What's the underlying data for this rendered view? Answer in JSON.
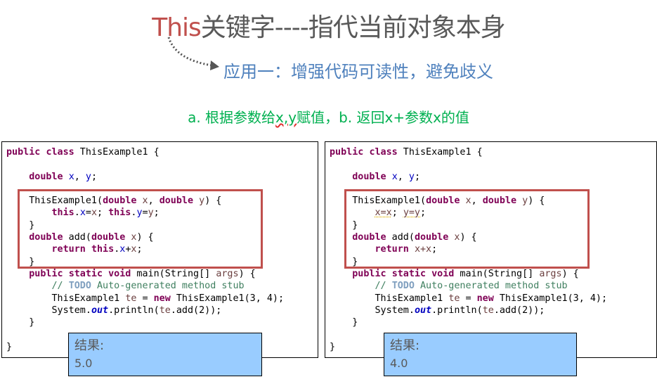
{
  "title": {
    "highlight": "This",
    "rest": "关键字----指代当前对象本身"
  },
  "subtitle": "应用一：增强代码可读性，避免歧义",
  "description": {
    "before": "a. 根据参数给",
    "squiggle": "x,y",
    "after": "赋值，b. 返回x+参数x的值"
  },
  "panels": [
    {
      "code": [
        [
          [
            "k",
            "public"
          ],
          [
            "n",
            " "
          ],
          [
            "k",
            "class"
          ],
          [
            "n",
            " ThisExample1 {"
          ]
        ],
        [],
        [
          [
            "n",
            "    "
          ],
          [
            "k",
            "double"
          ],
          [
            "n",
            " "
          ],
          [
            "f",
            "x"
          ],
          [
            "n",
            ", "
          ],
          [
            "f",
            "y"
          ],
          [
            "n",
            ";"
          ]
        ],
        [],
        [
          [
            "n",
            "    ThisExample1("
          ],
          [
            "k",
            "double"
          ],
          [
            "n",
            " "
          ],
          [
            "p",
            "x"
          ],
          [
            "n",
            ", "
          ],
          [
            "k",
            "double"
          ],
          [
            "n",
            " "
          ],
          [
            "p",
            "y"
          ],
          [
            "n",
            ") {"
          ]
        ],
        [
          [
            "n",
            "        "
          ],
          [
            "k",
            "this"
          ],
          [
            "n",
            "."
          ],
          [
            "f",
            "x"
          ],
          [
            "n",
            "="
          ],
          [
            "p",
            "x"
          ],
          [
            "n",
            "; "
          ],
          [
            "k",
            "this"
          ],
          [
            "n",
            "."
          ],
          [
            "f",
            "y"
          ],
          [
            "n",
            "="
          ],
          [
            "p",
            "y"
          ],
          [
            "n",
            ";"
          ]
        ],
        [
          [
            "n",
            "    }"
          ]
        ],
        [
          [
            "n",
            "    "
          ],
          [
            "k",
            "double"
          ],
          [
            "n",
            " add("
          ],
          [
            "k",
            "double"
          ],
          [
            "n",
            " "
          ],
          [
            "p",
            "x"
          ],
          [
            "n",
            ") {"
          ]
        ],
        [
          [
            "n",
            "        "
          ],
          [
            "k",
            "return"
          ],
          [
            "n",
            " "
          ],
          [
            "k",
            "this"
          ],
          [
            "n",
            "."
          ],
          [
            "f",
            "x"
          ],
          [
            "n",
            "+"
          ],
          [
            "p",
            "x"
          ],
          [
            "n",
            ";"
          ]
        ],
        [
          [
            "n",
            "    }"
          ]
        ],
        [
          [
            "n",
            "    "
          ],
          [
            "k",
            "public"
          ],
          [
            "n",
            " "
          ],
          [
            "k",
            "static"
          ],
          [
            "n",
            " "
          ],
          [
            "k",
            "void"
          ],
          [
            "n",
            " main(String[] "
          ],
          [
            "p",
            "args"
          ],
          [
            "n",
            ") {"
          ]
        ],
        [
          [
            "n",
            "        "
          ],
          [
            "c",
            "// "
          ],
          [
            "t",
            "TODO"
          ],
          [
            "c",
            " Auto-generated method stub"
          ]
        ],
        [
          [
            "n",
            "        ThisExample1 "
          ],
          [
            "p",
            "te"
          ],
          [
            "n",
            " = "
          ],
          [
            "k",
            "new"
          ],
          [
            "n",
            " ThisExample1(3, 4);"
          ]
        ],
        [
          [
            "n",
            "        System."
          ],
          [
            "s",
            "out"
          ],
          [
            "n",
            ".println("
          ],
          [
            "p",
            "te"
          ],
          [
            "n",
            ".add(2));"
          ]
        ],
        [
          [
            "n",
            "    }"
          ]
        ],
        [],
        [
          [
            "n",
            "}"
          ]
        ]
      ],
      "result_label": "结果:",
      "result_value": "5.0"
    },
    {
      "code": [
        [
          [
            "k",
            "public"
          ],
          [
            "n",
            " "
          ],
          [
            "k",
            "class"
          ],
          [
            "n",
            " ThisExample1 {"
          ]
        ],
        [],
        [
          [
            "n",
            "    "
          ],
          [
            "k",
            "double"
          ],
          [
            "n",
            " "
          ],
          [
            "f",
            "x"
          ],
          [
            "n",
            ", "
          ],
          [
            "f",
            "y"
          ],
          [
            "n",
            ";"
          ]
        ],
        [],
        [
          [
            "n",
            "    ThisExample1("
          ],
          [
            "k",
            "double"
          ],
          [
            "n",
            " "
          ],
          [
            "p",
            "x"
          ],
          [
            "n",
            ", "
          ],
          [
            "k",
            "double"
          ],
          [
            "n",
            " "
          ],
          [
            "p",
            "y"
          ],
          [
            "n",
            ") {"
          ]
        ],
        [
          [
            "n",
            "        "
          ],
          [
            "pw",
            "x=x"
          ],
          [
            "n",
            "; "
          ],
          [
            "pw",
            "y=y"
          ],
          [
            "n",
            ";"
          ]
        ],
        [
          [
            "n",
            "    }"
          ]
        ],
        [
          [
            "n",
            "    "
          ],
          [
            "k",
            "double"
          ],
          [
            "n",
            " add("
          ],
          [
            "k",
            "double"
          ],
          [
            "n",
            " "
          ],
          [
            "p",
            "x"
          ],
          [
            "n",
            ") {"
          ]
        ],
        [
          [
            "n",
            "        "
          ],
          [
            "k",
            "return"
          ],
          [
            "n",
            " "
          ],
          [
            "p",
            "x+x"
          ],
          [
            "n",
            ";"
          ]
        ],
        [
          [
            "n",
            "    }"
          ]
        ],
        [
          [
            "n",
            "    "
          ],
          [
            "k",
            "public"
          ],
          [
            "n",
            " "
          ],
          [
            "k",
            "static"
          ],
          [
            "n",
            " "
          ],
          [
            "k",
            "void"
          ],
          [
            "n",
            " main(String[] "
          ],
          [
            "p",
            "args"
          ],
          [
            "n",
            ") {"
          ]
        ],
        [
          [
            "n",
            "        "
          ],
          [
            "c",
            "// "
          ],
          [
            "t",
            "TODO"
          ],
          [
            "c",
            " Auto-generated method stub"
          ]
        ],
        [
          [
            "n",
            "        ThisExample1 "
          ],
          [
            "p",
            "te"
          ],
          [
            "n",
            " = "
          ],
          [
            "k",
            "new"
          ],
          [
            "n",
            " ThisExample1(3, 4);"
          ]
        ],
        [
          [
            "n",
            "        System."
          ],
          [
            "s",
            "out"
          ],
          [
            "n",
            ".println("
          ],
          [
            "p",
            "te"
          ],
          [
            "n",
            ".add(2));"
          ]
        ],
        [
          [
            "n",
            "    }"
          ]
        ],
        [],
        [
          [
            "n",
            "}"
          ]
        ]
      ],
      "result_label": "结果:",
      "result_value": "4.0"
    }
  ],
  "colors": {
    "title_highlight": "#c0504d",
    "subtitle": "#4f81bd",
    "description": "#00b050",
    "highlight_box": "#c0504d",
    "result_bg": "#99ccff"
  }
}
